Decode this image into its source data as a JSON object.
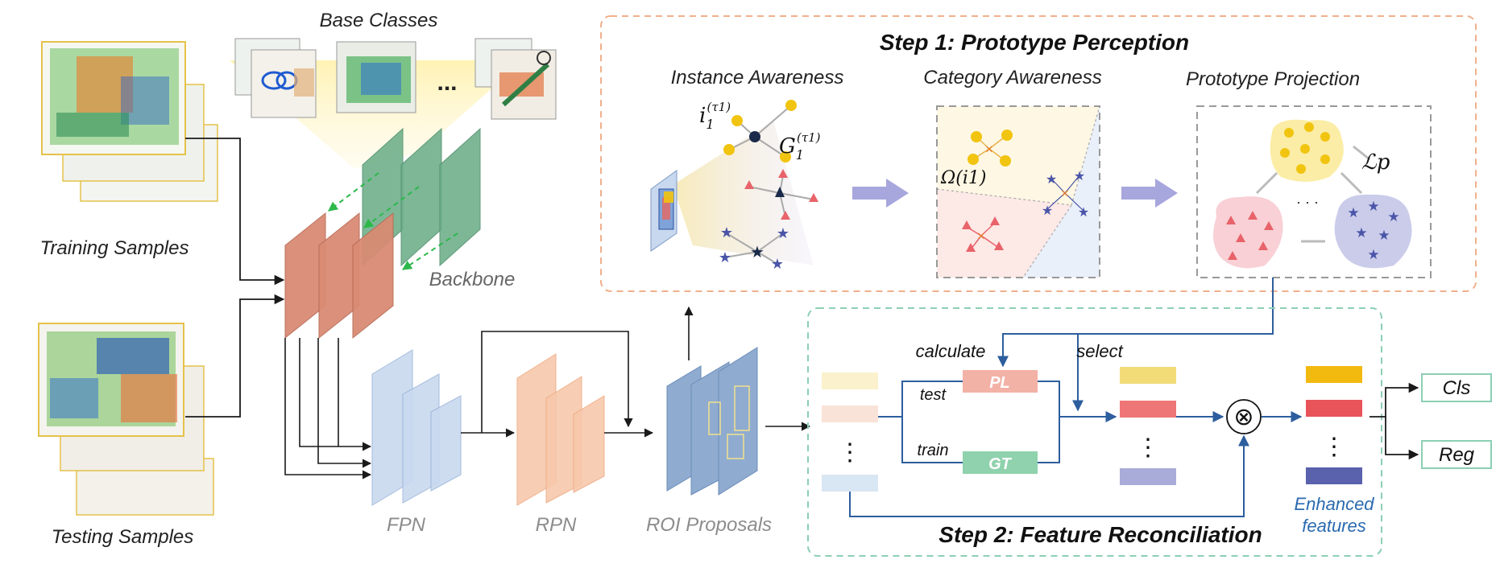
{
  "left": {
    "base_classes": "Base Classes",
    "ellipsis": "...",
    "training_samples": "Training Samples",
    "testing_samples": "Testing Samples",
    "backbone": "Backbone",
    "fpn": "FPN",
    "rpn": "RPN",
    "roi_proposals": "ROI Proposals"
  },
  "step1": {
    "title": "Step 1: Prototype Perception",
    "instance_awareness": "Instance Awareness",
    "category_awareness": "Category Awareness",
    "prototype_projection": "Prototype Projection",
    "instance_symbol": "i",
    "instance_sub": "1",
    "instance_sup": "(τ1)",
    "graph_symbol": "G",
    "graph_sub": "1",
    "graph_sup": "(τ1)",
    "omega": "Ω(i1)",
    "loss": "ℒp",
    "dots": "· · ·"
  },
  "step2": {
    "title": "Step 2: Feature Reconciliation",
    "calculate": "calculate",
    "select": "select",
    "test": "test",
    "train": "train",
    "pl": "PL",
    "gt": "GT",
    "enhanced_line1": "Enhanced",
    "enhanced_line2": "features",
    "cls": "Cls",
    "reg": "Reg",
    "otimes": "⊗"
  },
  "colors": {
    "step1_border": "#f0b08c",
    "step2_border": "#8ccfb4",
    "backbone_green": "#6fb08b",
    "backbone_salmon": "#d98b74",
    "fpn_blue": "#a9c3e4",
    "rpn_orange": "#f5b690",
    "roi_blue": "#7f9fc4",
    "yellow_node": "#f1c40f",
    "red_triangle": "#e8636a",
    "star_blue": "#4a55a8",
    "enhanced_text": "#2a6ab0"
  }
}
